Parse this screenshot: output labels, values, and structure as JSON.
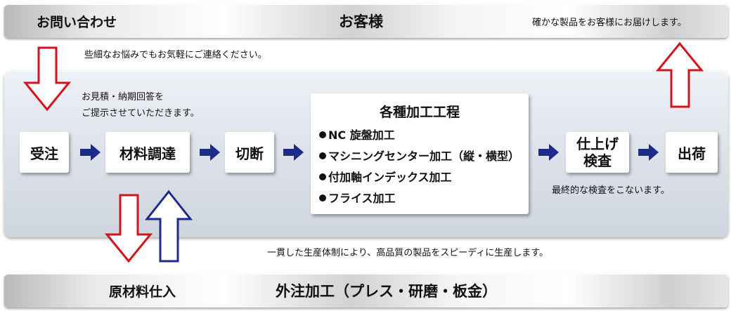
{
  "header": {
    "inquiry_label": "お問い合わせ",
    "customer_label": "お客様",
    "deliver_text": "確かな製品をお客様にお届けします。"
  },
  "notes": {
    "consult": "些細なお悩みでもお気軽にご連絡ください。",
    "quote_line1": "お見積・納期回答を",
    "quote_line2": "ご提示させていただきます。",
    "final_inspection": "最終的な検査をこないます。",
    "consistent": "一貫した生産体制により、高品質の製品をスピーディに生産します。"
  },
  "flow": {
    "order": "受注",
    "material": "材料調達",
    "cut": "切断",
    "finish_line1": "仕上げ",
    "finish_line2": "検査",
    "ship": "出荷"
  },
  "process": {
    "title": "各種加工工程",
    "items": [
      "NC 旋盤加工",
      "マシニングセンター加工（縦・横型）",
      "付加軸インデックス加工",
      "フライス加工"
    ]
  },
  "footer": {
    "raw_material": "原材料仕入",
    "outsource": "外注加工（プレス・研磨・板金）"
  },
  "colors": {
    "red_arrow": "#d4141c",
    "blue_arrow": "#1d2b8a"
  }
}
